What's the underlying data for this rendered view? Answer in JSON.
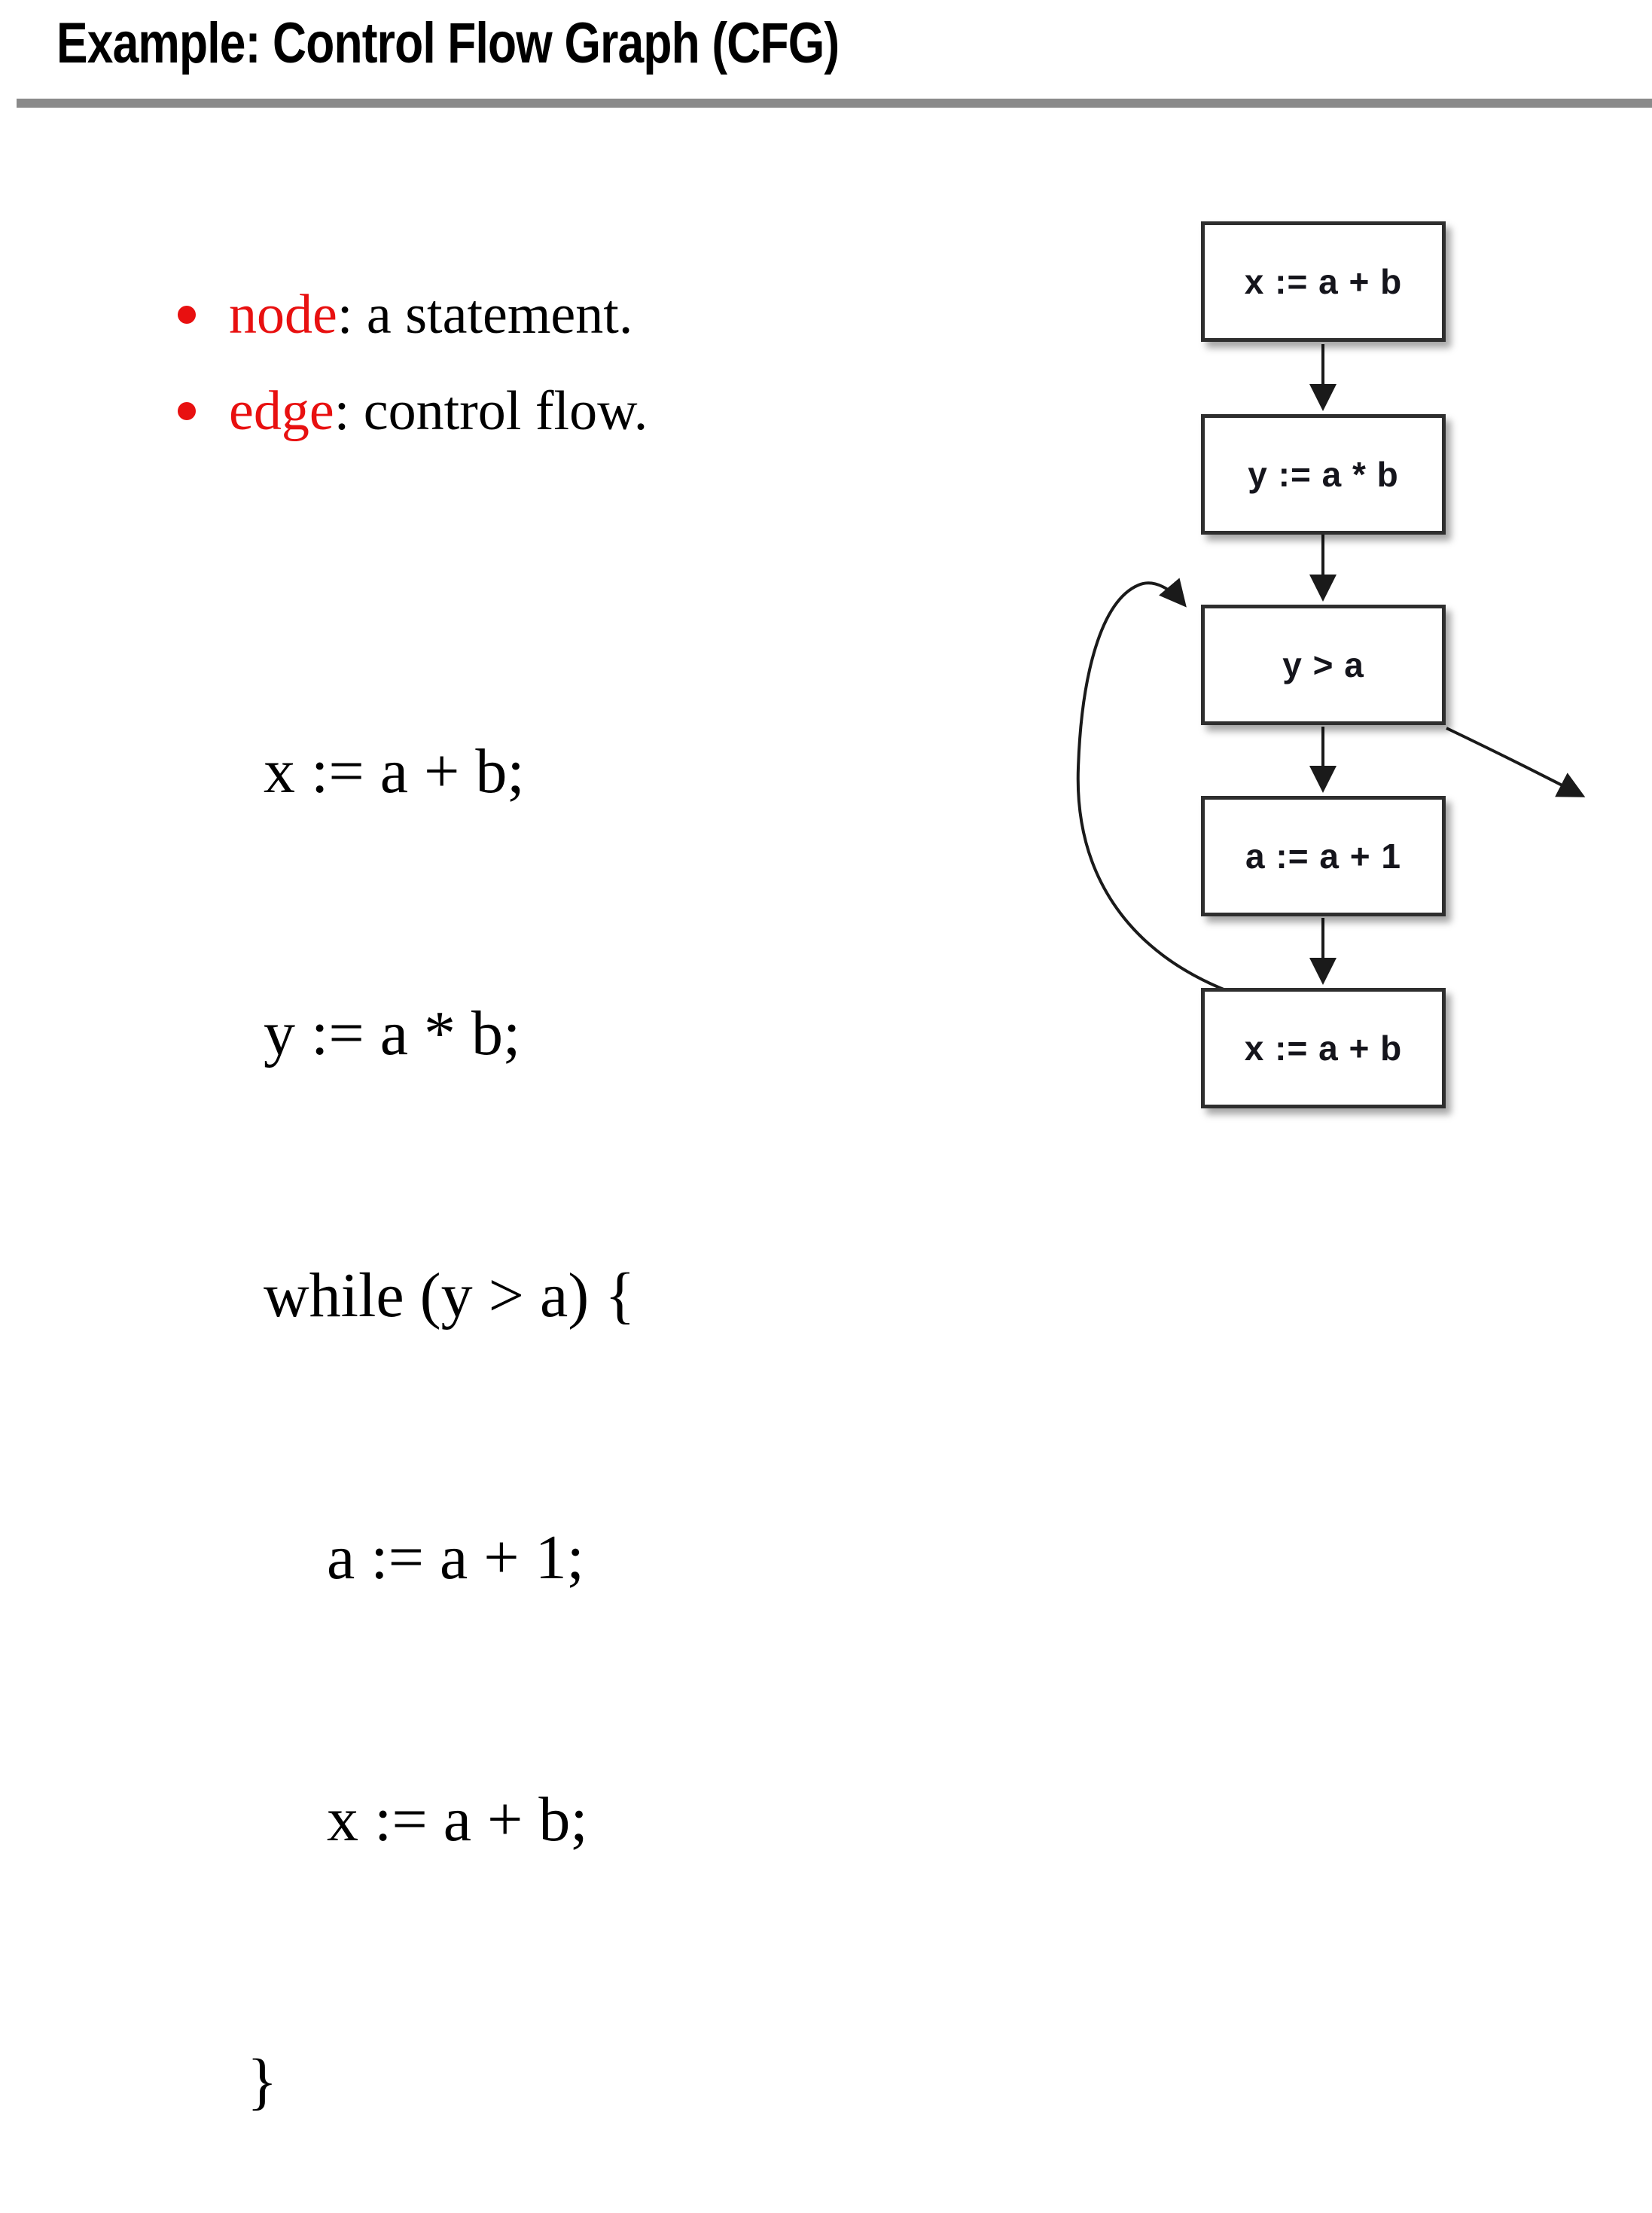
{
  "title": "Example: Control Flow Graph (CFG)",
  "bullets": [
    {
      "term": "node",
      "rest": ": a statement."
    },
    {
      "term": "edge",
      "rest": ": control flow."
    }
  ],
  "code": {
    "lines": [
      {
        "text": "x := a + b;",
        "indent": 0
      },
      {
        "text": "y := a * b;",
        "indent": 0
      },
      {
        "text": "while (y > a) {",
        "indent": 0
      },
      {
        "text": "a := a + 1;",
        "indent": 1
      },
      {
        "text": "x := a + b;",
        "indent": 1
      },
      {
        "text": "}",
        "indent": 0
      }
    ]
  },
  "flowchart": {
    "nodes": [
      {
        "id": "n1",
        "label": "x := a + b"
      },
      {
        "id": "n2",
        "label": "y := a * b"
      },
      {
        "id": "n3",
        "label": "y > a"
      },
      {
        "id": "n4",
        "label": "a := a + 1"
      },
      {
        "id": "n5",
        "label": "x := a + b"
      }
    ],
    "edges": [
      {
        "from": "n1",
        "to": "n2",
        "type": "straight-down"
      },
      {
        "from": "n2",
        "to": "n3",
        "type": "straight-down"
      },
      {
        "from": "n3",
        "to": "n4",
        "type": "straight-down"
      },
      {
        "from": "n4",
        "to": "n5",
        "type": "straight-down"
      },
      {
        "from": "n3",
        "to": "exit",
        "type": "diagonal-right-exit"
      },
      {
        "from": "n5",
        "to": "n3",
        "type": "loop-back-left"
      }
    ]
  },
  "colors": {
    "accent_red": "#e81010",
    "rule_gray": "#8a8a8a",
    "box_border": "#2e2e2e",
    "arrow": "#1a1a1a",
    "text": "#000000"
  }
}
